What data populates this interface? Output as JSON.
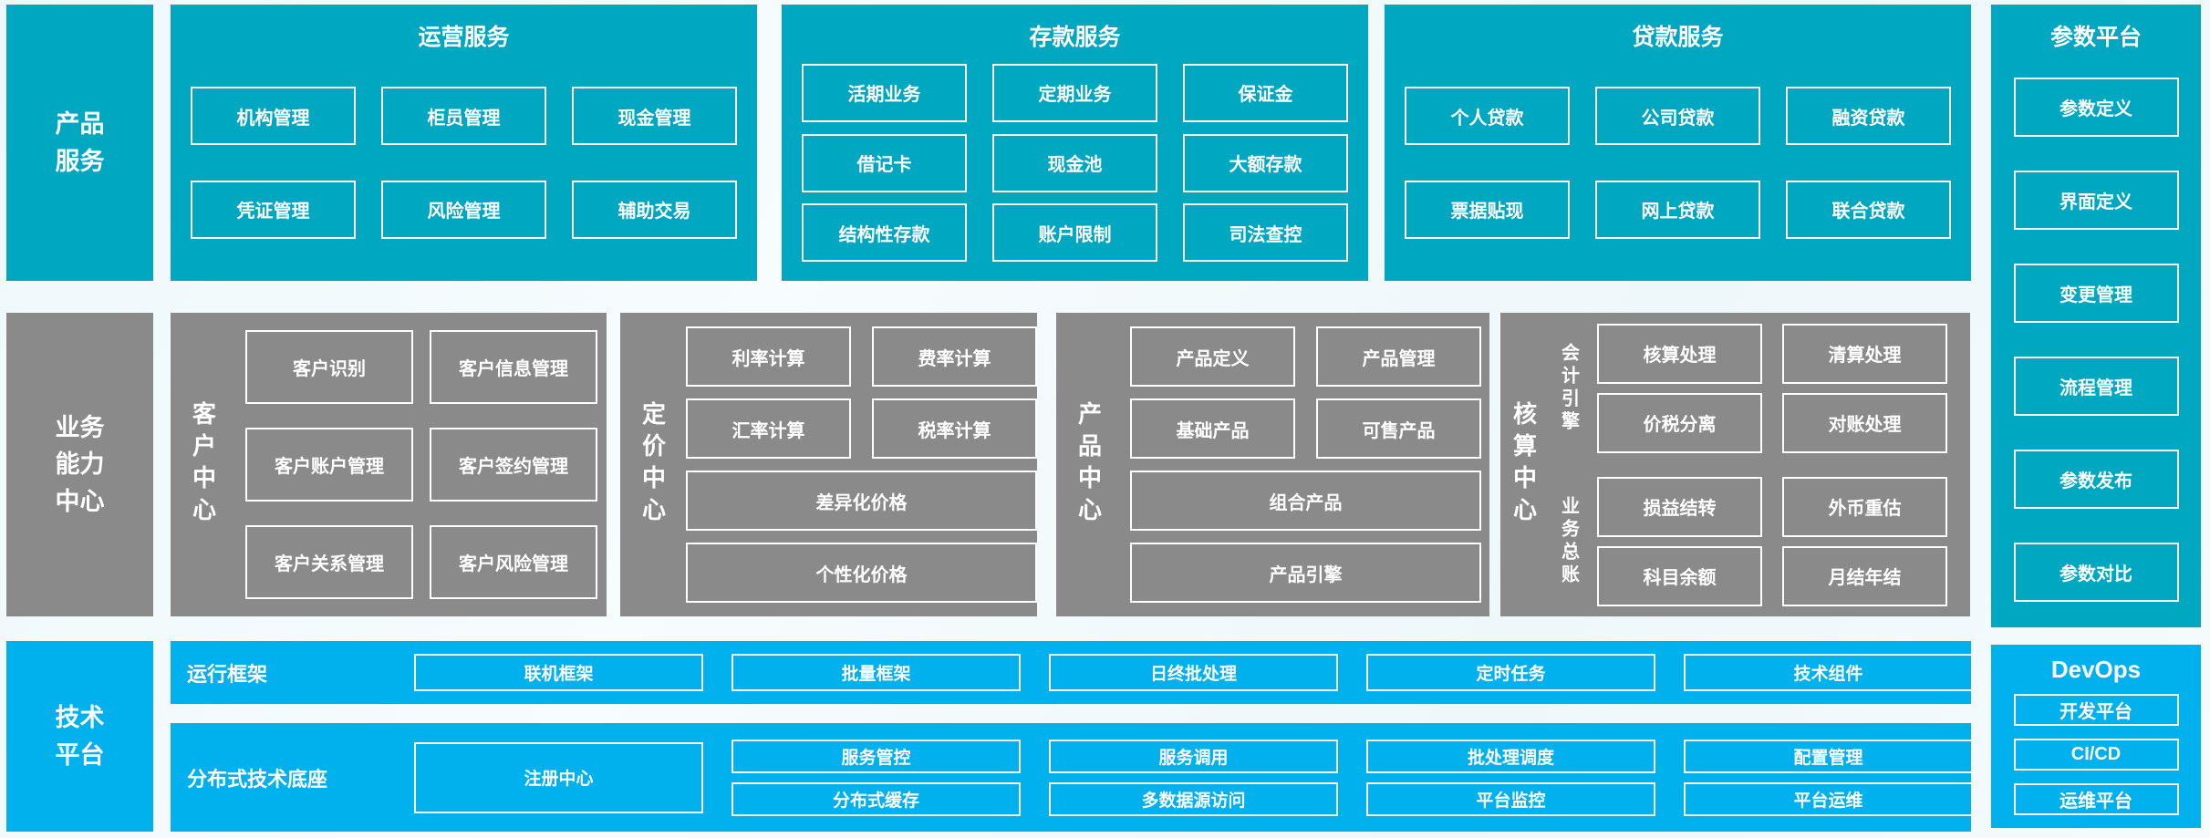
{
  "palette": {
    "teal": "#00a7c0",
    "cyan": "#00b1ee",
    "gray": "#8a8a8a",
    "text": "#ffffff",
    "background": "#f2fafc"
  },
  "side_labels": [
    {
      "id": "product-services",
      "lines": [
        "产品",
        "服务"
      ]
    },
    {
      "id": "business-capability-center",
      "lines": [
        "业务",
        "能力",
        "中心"
      ]
    },
    {
      "id": "tech-platform",
      "lines": [
        "技术",
        "平台"
      ]
    }
  ],
  "top_services": [
    {
      "title": "运营服务",
      "rows": [
        [
          "机构管理",
          "柜员管理",
          "现金管理"
        ],
        [
          "凭证管理",
          "风险管理",
          "辅助交易"
        ]
      ]
    },
    {
      "title": "存款服务",
      "rows": [
        [
          "活期业务",
          "定期业务",
          "保证金"
        ],
        [
          "借记卡",
          "现金池",
          "大额存款"
        ],
        [
          "结构性存款",
          "账户限制",
          "司法查控"
        ]
      ]
    },
    {
      "title": "贷款服务",
      "rows": [
        [
          "个人贷款",
          "公司贷款",
          "融资贷款"
        ],
        [
          "票据贴现",
          "网上贷款",
          "联合贷款"
        ]
      ]
    }
  ],
  "param_platform": {
    "title": "参数平台",
    "items": [
      "参数定义",
      "界面定义",
      "变更管理",
      "流程管理",
      "参数发布",
      "参数对比"
    ]
  },
  "capability_centers": [
    {
      "label": "客户中心",
      "type": "grid2",
      "rows": [
        [
          "客户识别",
          "客户信息管理"
        ],
        [
          "客户账户管理",
          "客户签约管理"
        ],
        [
          "客户关系管理",
          "客户风险管理"
        ]
      ]
    },
    {
      "label": "定价中心",
      "type": "grid2full",
      "rows": [
        [
          "利率计算",
          "费率计算"
        ],
        [
          "汇率计算",
          "税率计算"
        ]
      ],
      "full_rows": [
        "差异化价格",
        "个性化价格"
      ]
    },
    {
      "label": "产品中心",
      "type": "grid2full",
      "rows": [
        [
          "产品定义",
          "产品管理"
        ],
        [
          "基础产品",
          "可售产品"
        ]
      ],
      "full_rows": [
        "组合产品",
        "产品引擎"
      ]
    },
    {
      "label": "核算中心",
      "type": "groups",
      "groups": [
        {
          "label": "会计引擎",
          "rows": [
            [
              "核算处理",
              "清算处理"
            ],
            [
              "价税分离",
              "对账处理"
            ]
          ]
        },
        {
          "label": "业务总账",
          "rows": [
            [
              "损益结转",
              "外币重估"
            ],
            [
              "科目余额",
              "月结年结"
            ]
          ]
        }
      ]
    }
  ],
  "tech_platform": {
    "runtime": {
      "label": "运行框架",
      "items": [
        "联机框架",
        "批量框架",
        "日终批处理",
        "定时任务",
        "技术组件"
      ]
    },
    "distributed": {
      "label": "分布式技术底座",
      "registry": "注册中心",
      "columns": [
        [
          "服务管控",
          "分布式缓存"
        ],
        [
          "服务调用",
          "多数据源访问"
        ],
        [
          "批处理调度",
          "平台监控"
        ],
        [
          "配置管理",
          "平台运维"
        ]
      ]
    }
  },
  "devops": {
    "title": "DevOps",
    "items": [
      "开发平台",
      "CI/CD",
      "运维平台"
    ]
  }
}
